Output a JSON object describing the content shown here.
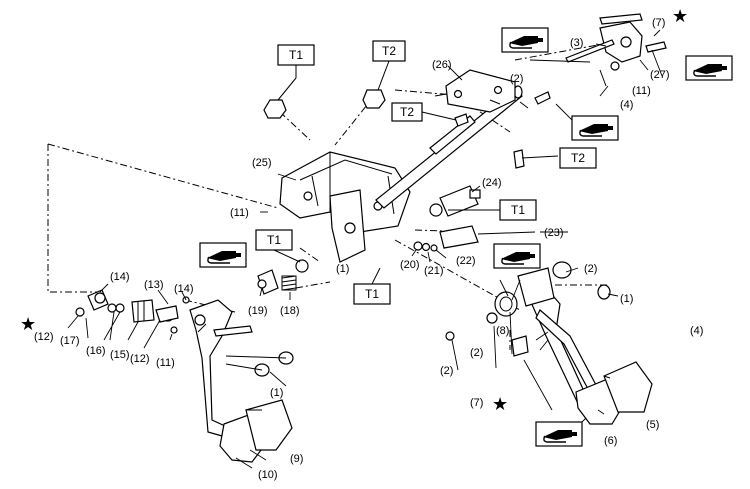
{
  "figure": {
    "callouts": {
      "c1a": "(1)",
      "c1b": "(1)",
      "c1c": "(1)",
      "c2a": "(2)",
      "c2b": "(2)",
      "c2c": "(2)",
      "c2d": "(2)",
      "c3": "(3)",
      "c4a": "(4)",
      "c4b": "(4)",
      "c5": "(5)",
      "c6": "(6)",
      "c7a": "(7)",
      "c7b": "(7)",
      "c8": "(8)",
      "c9": "(9)",
      "c10": "(10)",
      "c11a": "(11)",
      "c11b": "(11)",
      "c11c": "(11)",
      "c12a": "(12)",
      "c12b": "(12)",
      "c13": "(13)",
      "c14a": "(14)",
      "c14b": "(14)",
      "c15": "(15)",
      "c16": "(16)",
      "c17": "(17)",
      "c18": "(18)",
      "c19": "(19)",
      "c20": "(20)",
      "c21": "(21)",
      "c22": "(22)",
      "c23": "(23)",
      "c24": "(24)",
      "c25": "(25)",
      "c26": "(26)",
      "c27": "(27)"
    },
    "torque_labels": {
      "t1a": "T1",
      "t1b": "T1",
      "t1c": "T1",
      "t1d": "T1",
      "t2a": "T2",
      "t2b": "T2",
      "t2c": "T2"
    },
    "star_symbol": "★",
    "grease_icon": "grease-gun-icon",
    "colors": {
      "line": "#000000",
      "background": "#ffffff"
    }
  }
}
